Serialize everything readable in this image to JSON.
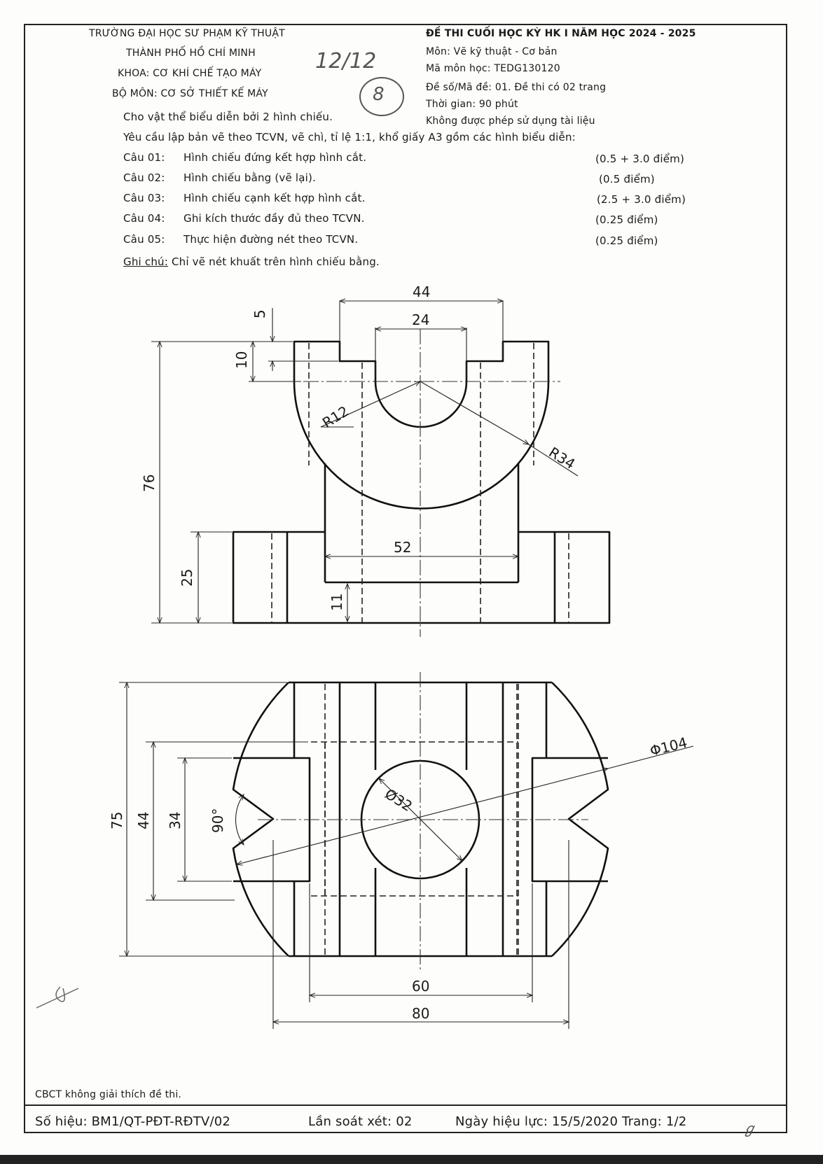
{
  "header": {
    "school_line1": "TRƯỜNG ĐẠI HỌC SƯ PHẠM KỸ THUẬT",
    "school_line2": "THÀNH PHỐ HỒ CHÍ MINH",
    "faculty": "KHOA: CƠ KHÍ CHẾ TẠO MÁY",
    "department": "BỘ MÔN: CƠ SỞ THIẾT KẾ MÁY",
    "exam_title": "ĐỀ THI CUỐI HỌC KỲ HK I NĂM HỌC 2024 - 2025",
    "subject": "Môn:   Vẽ kỹ thuật - Cơ bản",
    "course_code": "Mã môn học:   TEDG130120",
    "exam_code": "Đề số/Mã đề: 01. Đề thi có 02 trang",
    "duration": "Thời gian:  90 phút",
    "materials": "Không được phép sử dụng tài liệu",
    "handwritten_date": "12/12",
    "handwritten_circle": "8"
  },
  "intro": {
    "line1": "Cho vật thể biểu diễn bởi 2 hình chiếu.",
    "line2": "Yêu cầu lập bản vẽ theo TCVN, vẽ chì, tỉ lệ 1:1, khổ giấy A3 gồm các hình biểu diễn:"
  },
  "questions": [
    {
      "label": "Câu 01:",
      "text": "Hình chiếu đứng kết hợp hình cắt.",
      "points": "(0.5 + 3.0 điểm)"
    },
    {
      "label": "Câu 02:",
      "text": "Hình chiếu bằng (vẽ lại).",
      "points": "(0.5 điểm)"
    },
    {
      "label": "Câu 03:",
      "text": "Hình chiếu cạnh kết hợp hình cắt.",
      "points": "(2.5 + 3.0 điểm)"
    },
    {
      "label": "Câu 04:",
      "text": "Ghi kích thước đầy đủ theo TCVN.",
      "points": "(0.25 điểm)"
    },
    {
      "label": "Câu 05:",
      "text": "Thực hiện đường nét theo TCVN.",
      "points": "(0.25 điểm)"
    }
  ],
  "note": {
    "label": "Ghi chú:",
    "text": " Chỉ vẽ nét khuất trên hình chiếu bằng."
  },
  "drawing": {
    "front_dims": {
      "w44": "44",
      "w24": "24",
      "h5": "5",
      "h10": "10",
      "r12": "R12",
      "r34": "R34",
      "h76": "76",
      "h25": "25",
      "w52": "52",
      "h11": "11"
    },
    "top_dims": {
      "d104": "Φ104",
      "d32": "Ø32",
      "h75": "75",
      "h44": "44",
      "h34": "34",
      "a90": "90°",
      "w60": "60",
      "w80": "80"
    }
  },
  "footer": {
    "note": "CBCT không giải thích đề thi.",
    "doc_id": "Số hiệu: BM1/QT-PĐT-RĐTV/02",
    "revision": "Lần soát xét: 02",
    "effective": "Ngày hiệu lực: 15/5/2020 Trang: 1/2",
    "signature_mark": "ℊ"
  }
}
